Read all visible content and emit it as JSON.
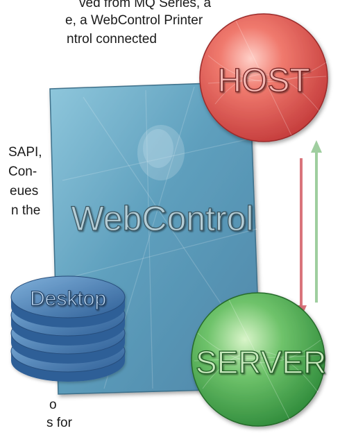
{
  "text_fragments": {
    "line_1": "ved from MQ Series, a",
    "line_2": "e, a WebControl Printer",
    "line_3": "ntrol connected",
    "line_4": "SAPI,",
    "line_5": "Con-",
    "line_6": "eues",
    "line_7": "n the",
    "line_8": "o",
    "line_9": "s  for"
  },
  "diagram": {
    "nodes": [
      {
        "id": "webcontrol",
        "label": "WebControl"
      },
      {
        "id": "host",
        "label": "HOST"
      },
      {
        "id": "server",
        "label": "SERVER"
      },
      {
        "id": "desktop",
        "label": "Desktop"
      }
    ],
    "edges": [
      {
        "from": "host",
        "to": "server",
        "color": "#d9747c"
      },
      {
        "from": "server",
        "to": "host",
        "color": "#9fce9f"
      }
    ],
    "colors": {
      "panel": "#6fb0c9",
      "host": "#e05555",
      "server": "#4fa84f",
      "desktop": "#3f6fa3"
    }
  }
}
